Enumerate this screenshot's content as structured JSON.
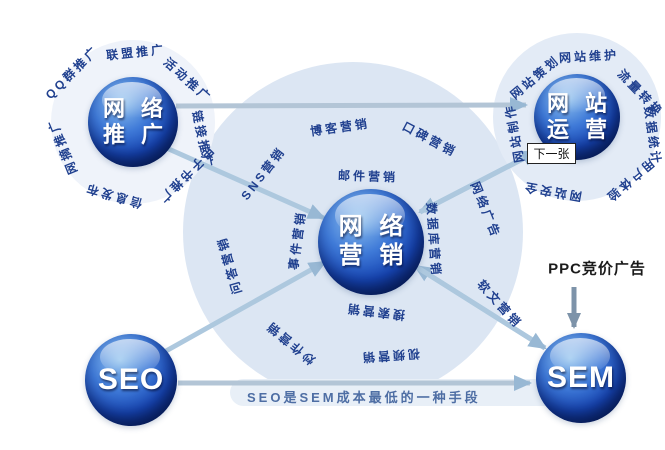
{
  "nodes": {
    "center": {
      "line1": "网 络",
      "line2": "营 销"
    },
    "promotion": {
      "line1": "网 络",
      "line2": "推 广"
    },
    "operation": {
      "line1": "网 站",
      "line2": "运 营"
    },
    "seo": {
      "label": "SEO"
    },
    "sem": {
      "label": "SEM"
    }
  },
  "promotion_ring": {
    "items": [
      "QQ群推广",
      "联盟推广",
      "活动推广",
      "链接推广",
      "电子书推广",
      "信息发布",
      "网摘推广"
    ]
  },
  "operation_ring": {
    "items": [
      "网站策划",
      "网站维护",
      "流量转换",
      "数据统计",
      "用户体验",
      "网站安全",
      "网站制作"
    ]
  },
  "center_ring": {
    "items": [
      "博客营销",
      "口碑营销",
      "邮件营销",
      "SNS营销",
      "事件营销",
      "网络广告",
      "数据库营销",
      "问答营销",
      "炒作营销",
      "搜索营销",
      "视频营销",
      "软文营销"
    ]
  },
  "annotations": {
    "next_label": "下一张",
    "ppc_label": "PPC竞价广告",
    "bottom_note": "SEO是SEM成本最低的一种手段"
  },
  "colors": {
    "sphere_deep": "#071f63",
    "sphere_mid": "#1746b4",
    "label_text": "#20408f",
    "arrow": "#adc8de",
    "ppc_arrow": "#7d93a9",
    "big_circle": "#dce6f3",
    "note_text": "#4e6ea4"
  }
}
